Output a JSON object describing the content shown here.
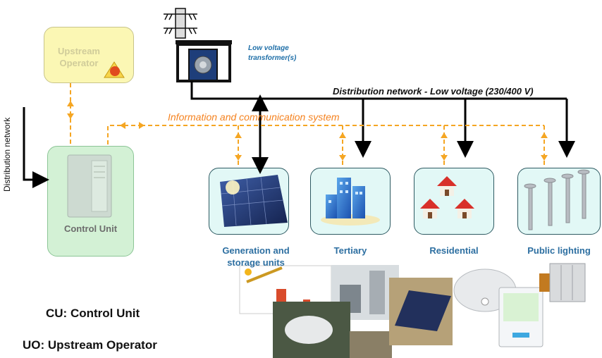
{
  "upstream_operator": {
    "label": "Upstream Operator"
  },
  "control_unit": {
    "label": "Control Unit"
  },
  "transformer": {
    "label": "Low voltage transformer(s)"
  },
  "distribution_network_vertical": "Distribution network",
  "distribution_network_lv": "Distribution network - Low voltage (230/400 V)",
  "ics": "Information and communication system",
  "units": [
    {
      "label": "Generation and storage units"
    },
    {
      "label": "Tertiary"
    },
    {
      "label": "Residential"
    },
    {
      "label": "Public lighting"
    }
  ],
  "legend": {
    "cu": "CU: Control Unit",
    "uo": "UO: Upstream Operator"
  },
  "colors": {
    "power_line": "#000000",
    "info_line": "#f5a623",
    "unit_border": "#2e5a62",
    "unit_label": "#2d6fa1"
  }
}
